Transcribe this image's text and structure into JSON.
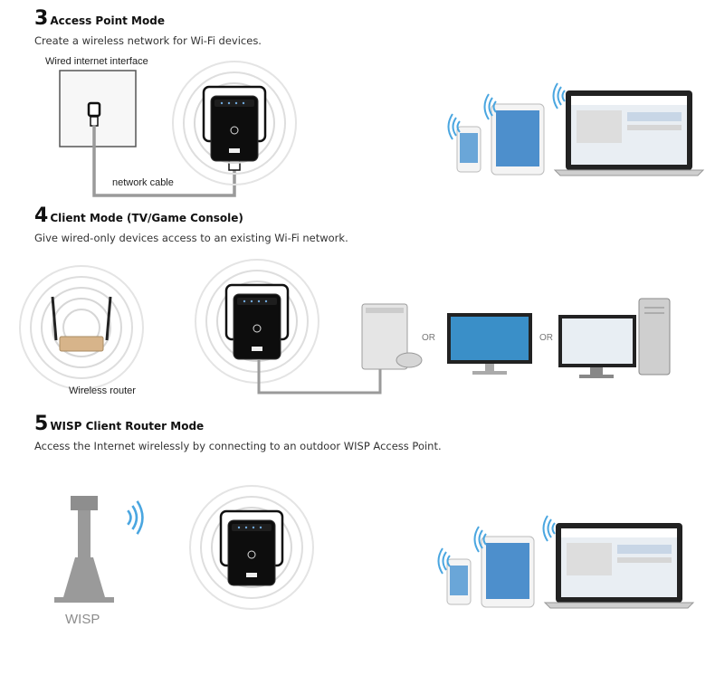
{
  "sections": [
    {
      "number": "3",
      "title": "Access Point Mode",
      "description": "Create a wireless network for Wi-Fi devices."
    },
    {
      "number": "4",
      "title": "Client Mode (TV/Game Console)",
      "description": "Give wired-only devices access to an existing Wi-Fi network."
    },
    {
      "number": "5",
      "title": "WISP Client Router Mode",
      "description": "Access the Internet wirelessly by connecting to an outdoor WISP Access Point."
    }
  ],
  "labels": {
    "wired_interface": "Wired internet interface",
    "network_cable": "network cable",
    "wireless_router": "Wireless router",
    "or": "OR",
    "wisp": "WISP"
  },
  "colors": {
    "cable": "#9a9a9a",
    "device_body": "#111111",
    "wifi_signal": "#4aa6e0",
    "ring": "#d8d8d8"
  }
}
